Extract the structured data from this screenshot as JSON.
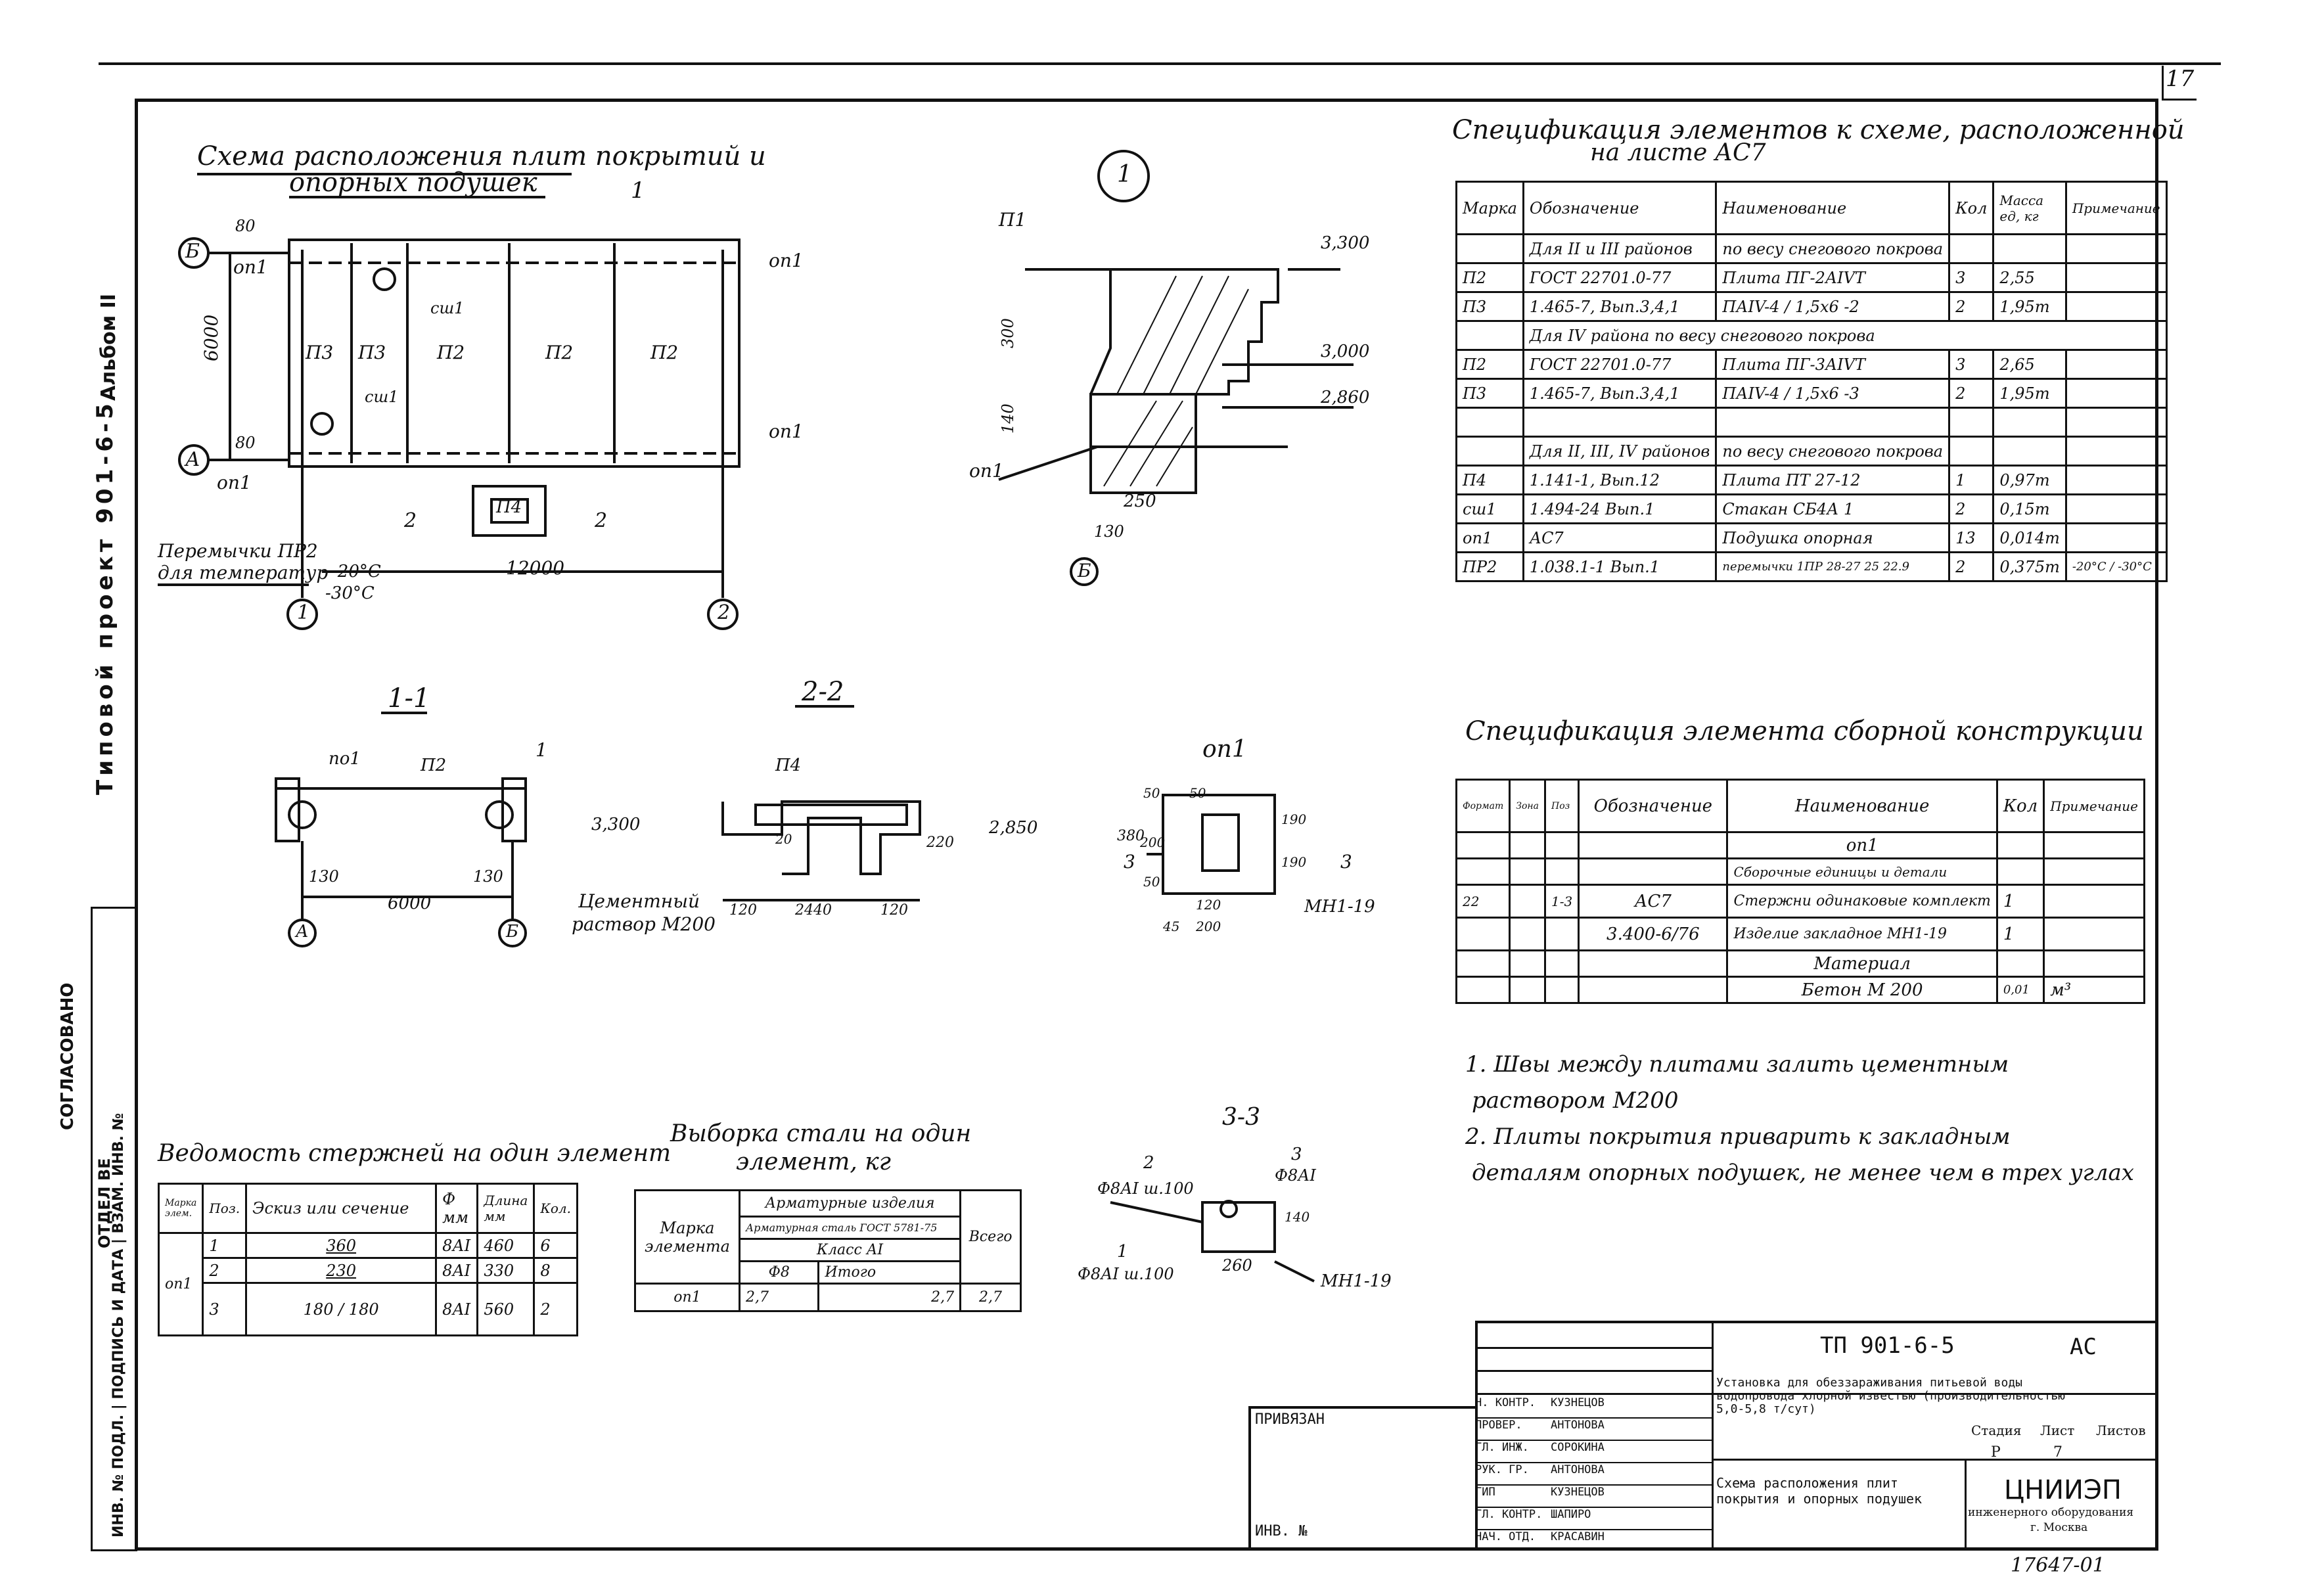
{
  "page_number": "17",
  "side_labels": {
    "album": "Альбом II",
    "project": "Типовой проект 901-6-5",
    "agreed": "СОГЛАСОВАНО",
    "dept": "ОТДЕЛ ВЕ",
    "inv": "ИНВ. № ПОДЛ. | ПОДПИСЬ И ДАТА | ВЗАМ. ИНВ. №"
  },
  "plan": {
    "title_line1": "Схема расположения плит покрытий и",
    "title_line2": "опорных подушек",
    "cut_mark": "1",
    "axis_b": "Б",
    "axis_a": "А",
    "axis_1": "1",
    "axis_2": "2",
    "dim_80_top": "80",
    "dim_80_bottom": "80",
    "dim_6000": "6000",
    "dim_12000": "12000",
    "op1_tl": "оп1",
    "op1_tr": "оп1",
    "op1_br": "оп1",
    "op1_bl": "оп1",
    "slab_p3a": "П3",
    "slab_p3b": "П3",
    "slab_p2a": "П2",
    "slab_p2b": "П2",
    "slab_p2c": "П2",
    "cw1_a": "сш1",
    "cw1_b": "сш1",
    "p4": "П4",
    "cut2a": "2",
    "cut2b": "2",
    "lintel_line1": "Перемычки ПР2",
    "lintel_line2": "для температур",
    "temp1": "-20°С",
    "temp2": "-30°С"
  },
  "detail1": {
    "circle": "1",
    "p1": "П1",
    "elev_3300": "3,300",
    "elev_3000": "3,000",
    "elev_2860": "2,860",
    "dim_300": "300",
    "dim_140": "140",
    "dim_250": "250",
    "dim_130": "130",
    "op1": "оп1",
    "axis_b": "Б"
  },
  "sections": {
    "s11": "1-1",
    "s22": "2-2",
    "op1": "оп1",
    "s33": "3-3",
    "s11_po1": "по1",
    "s11_p2": "П2",
    "s11_mark1": "1",
    "s11_elev": "3,300",
    "s11_130a": "130",
    "s11_130b": "130",
    "s11_6000": "6000",
    "s11_a": "А",
    "s11_b": "Б",
    "s22_p4": "П4",
    "s22_elev": "2,850",
    "s22_120a": "120",
    "s22_2440": "2440",
    "s22_120b": "120",
    "s22_220": "220",
    "s22_20": "20",
    "s22_mortar1": "Цементный",
    "s22_mortar2": "раствор М200",
    "op1_380": "380",
    "op1_200": "200",
    "op1_50a": "50",
    "op1_50b": "50",
    "op1_50c": "50",
    "op1_190a": "190",
    "op1_190b": "190",
    "op1_120": "120",
    "op1_45": "45",
    "op1_200b": "200",
    "op1_3a": "3",
    "op1_3b": "3",
    "op1_mn": "МН1-19",
    "s33_2": "2",
    "s33_3": "3",
    "s33_1": "1",
    "s33_bar2": "Ф8АI ш.100",
    "s33_bar3": "Ф8АI",
    "s33_bar1": "Ф8АI ш.100",
    "s33_140": "140",
    "s33_260": "260",
    "s33_mn": "МН1-19"
  },
  "spec1": {
    "title_line1": "Спецификация элементов к схеме, расположенной",
    "title_line2": "на листе  АС7",
    "headers": [
      "Марка",
      "Обозначение",
      "Наименование",
      "Кол",
      "Масса ед, кг",
      "Примечание"
    ],
    "rows": [
      [
        "",
        "Для II и III районов",
        "по весу снегового покрова",
        "",
        "",
        ""
      ],
      [
        "П2",
        "ГОСТ 22701.0-77",
        "Плита ПГ-2АIVТ",
        "3",
        "2,55",
        ""
      ],
      [
        "П3",
        "1.465-7, Вып.3,4,1",
        "ПАIV-4 / 1,5х6 -2",
        "2",
        "1,95т",
        ""
      ],
      [
        "",
        "Для IV района по весу снегового покрова",
        "",
        "",
        "",
        ""
      ],
      [
        "П2",
        "ГОСТ 22701.0-77",
        "Плита ПГ-3АIVТ",
        "3",
        "2,65",
        ""
      ],
      [
        "П3",
        "1.465-7, Вып.3,4,1",
        "ПАIV-4 / 1,5х6 -3",
        "2",
        "1,95т",
        ""
      ],
      [
        "",
        "",
        "",
        "",
        "",
        ""
      ],
      [
        "",
        "Для II, III, IV районов",
        "по весу снегового покрова",
        "",
        "",
        ""
      ],
      [
        "П4",
        "1.141-1, Вып.12",
        "Плита ПТ 27-12",
        "1",
        "0,97т",
        ""
      ],
      [
        "сш1",
        "1.494-24 Вып.1",
        "Стакан СБ4А 1",
        "2",
        "0,15т",
        ""
      ],
      [
        "оп1",
        "АС7",
        "Подушка опорная",
        "13",
        "0,014т",
        ""
      ],
      [
        "ПР2",
        "1.038.1-1 Вып.1",
        "перемычки 1ПР 28-27 25 22.9",
        "2",
        "0,375т",
        "-20°С / -30°С"
      ]
    ]
  },
  "spec2": {
    "title": "Спецификация элемента сборной конструкции",
    "headers": [
      "Формат",
      "Зона",
      "Поз",
      "Обозначение",
      "Наименование",
      "Кол",
      "Примечание"
    ],
    "rows": [
      [
        "",
        "",
        "",
        "",
        "оп1",
        "",
        ""
      ],
      [
        "",
        "",
        "",
        "",
        "Сборочные единицы и детали",
        "",
        ""
      ],
      [
        "22",
        "",
        "1-3",
        "АС7",
        "Стержни одинаковые комплект",
        "1",
        ""
      ],
      [
        "",
        "",
        "",
        "3.400-6/76",
        "Изделие закладное МН1-19",
        "1",
        ""
      ],
      [
        "",
        "",
        "",
        "",
        "Материал",
        "",
        ""
      ],
      [
        "",
        "",
        "",
        "",
        "Бетон  М 200",
        "0,01",
        "м³"
      ]
    ]
  },
  "notes": [
    "1. Швы между плитами залить цементным",
    "раствором М200",
    "2. Плиты покрытия приварить к закладным",
    "деталям опорных подушек, не менее чем в трех углах"
  ],
  "bars": {
    "title": "Ведомость стержней на один элемент",
    "headers": [
      "Марка элем.",
      "Поз.",
      "Эскиз или сечение",
      "Ф мм",
      "Длина мм",
      "Кол."
    ],
    "element": "оп1",
    "rows": [
      [
        "1",
        "360",
        "8АI",
        "460",
        "6"
      ],
      [
        "2",
        "230",
        "8АI",
        "330",
        "8"
      ],
      [
        "3",
        "180 / 180",
        "8АI",
        "560",
        "2"
      ]
    ]
  },
  "steel": {
    "title_line1": "Выборка стали на один",
    "title_line2": "элемент, кг",
    "h_mark": "Марка элемента",
    "h_group": "Арматурные изделия",
    "h_sub": "Арматурная сталь ГОСТ 5781-75",
    "h_class": "Класс АI",
    "h_dia": "Ф8",
    "h_itogo": "Итого",
    "h_total": "Всего",
    "row": [
      "оп1",
      "2,7",
      "2,7",
      "2,7"
    ]
  },
  "stamp": {
    "code": "ТП 901-6-5",
    "sheet_code": "АС",
    "project_title": "Установка для обеззараживания питьевой воды водопровода хлорной известью (производительностью 5,0-5,8 т/сут)",
    "sheet_title": "Схема расположения плит покрытия и опорных подушек",
    "stage_h": "Стадия",
    "sheet_h": "Лист",
    "sheets_h": "Листов",
    "stage": "Р",
    "sheet": "7",
    "sheets": "",
    "org": "ЦНИИЭП",
    "org_sub": "инженерного оборудования",
    "city": "г. Москва",
    "privyazan": "ПРИВЯЗАН",
    "inv": "ИНВ. №",
    "roles": [
      "Н. КОНТР.",
      "ПРОВЕР.",
      "ГЛ. ИНЖ.",
      "РУК. ГР.",
      "ГИП",
      "ГЛ. КОНТР.",
      "НАЧ. ОТД."
    ],
    "names": [
      "КУЗНЕЦОВ",
      "АНТОНОВА",
      "СОРОКИНА",
      "АНТОНОВА",
      "КУЗНЕЦОВ",
      "ШАПИРО",
      "КРАСАВИН"
    ],
    "bottom_number": "17647-01"
  }
}
